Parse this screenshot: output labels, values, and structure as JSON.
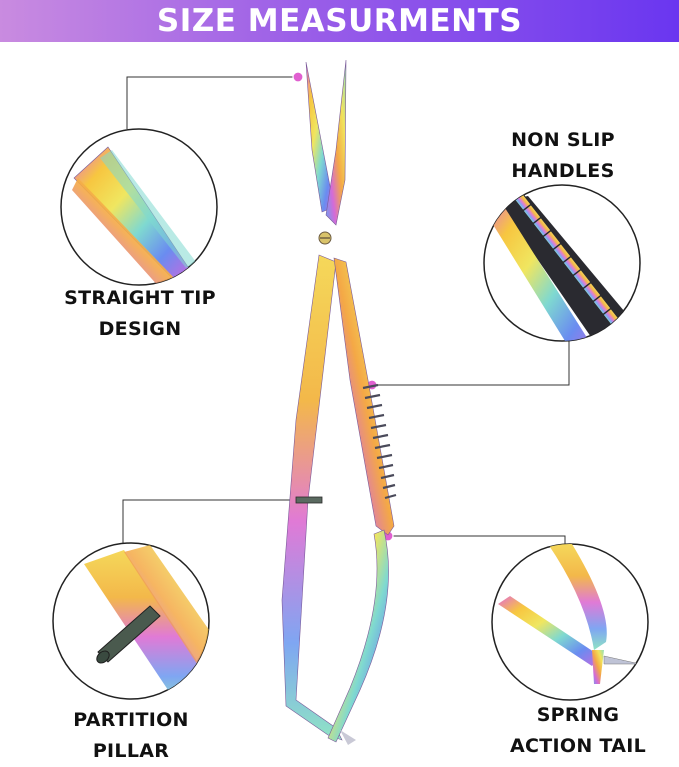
{
  "banner": {
    "title": "SIZE MEASURMENTS"
  },
  "callouts": {
    "straight_tip": {
      "line1": "STRAIGHT TIP",
      "line2": "DESIGN"
    },
    "non_slip": {
      "line1": "NON SLIP",
      "line2": "HANDLES"
    },
    "partition": {
      "line1": "PARTITION",
      "line2": "PILLAR"
    },
    "spring": {
      "line1": "SPRING",
      "line2": "ACTION TAIL"
    }
  },
  "colors": {
    "banner_start": "#c98be0",
    "banner_end": "#6a36f0",
    "marker": "#e05fd0",
    "leader": "#333333"
  }
}
